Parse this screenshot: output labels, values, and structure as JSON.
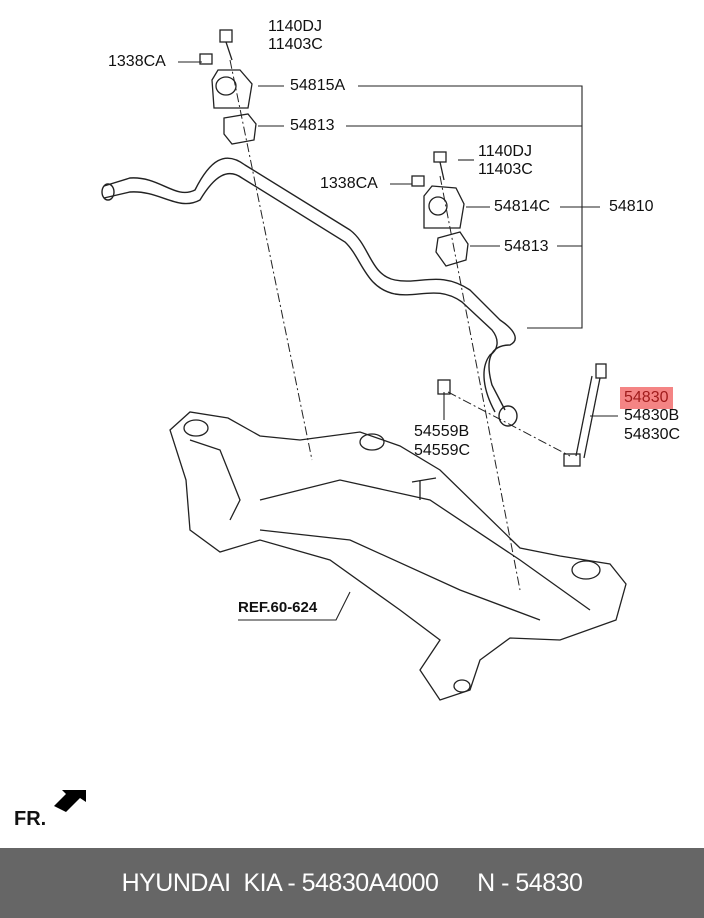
{
  "labels": {
    "bolt_top_a": "1140DJ",
    "bolt_top_b": "11403C",
    "nut_left": "1338CA",
    "bracket_left": "54815A",
    "bushing_left": "54813",
    "bolt_right_a": "1140DJ",
    "bolt_right_b": "11403C",
    "nut_right": "1338CA",
    "bracket_right": "54814C",
    "stabilizer_bar": "54810",
    "bushing_right": "54813",
    "link_highlighted": "54830",
    "link_b": "54830B",
    "link_c": "54830C",
    "nut_link_a": "54559B",
    "nut_link_b": "54559C",
    "ref": "REF.60-624",
    "front": "FR."
  },
  "highlight_color": "#f48484",
  "footer": {
    "brand": "HYUNDAI  KIA - 54830A4000",
    "code": "N - 54830",
    "background": "#666666"
  }
}
